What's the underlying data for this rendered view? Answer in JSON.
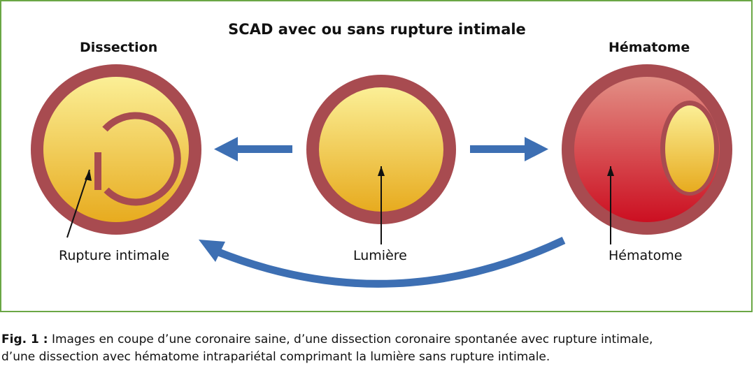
{
  "title": "SCAD avec ou sans rupture intimale",
  "panels": {
    "left_heading": "Dissection",
    "right_heading": "Hématome"
  },
  "labels": {
    "rupture": "Rupture intimale",
    "lumiere": "Lumière",
    "hematome": "Hématome"
  },
  "caption": {
    "prefix": "Fig. 1 :",
    "line1": "Images en coupe d’une coronaire saine, d’une dissection coronaire spontanée avec rupture intimale,",
    "line2": "d’une dissection avec hématome intrapariétal comprimant la lumière sans rupture intimale."
  },
  "colors": {
    "frame_border": "#6aa745",
    "vessel_wall": "#a84b50",
    "lumen_light": "#fbef96",
    "lumen_dark": "#e7ab1f",
    "hematoma_light": "#e28f85",
    "hematoma_dark": "#cc0f21",
    "arrow": "#3d6fb3"
  }
}
